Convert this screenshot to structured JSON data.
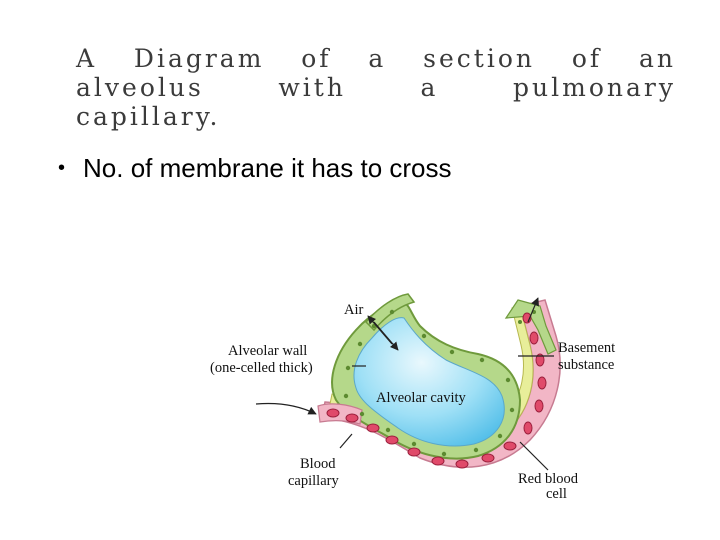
{
  "title": "A Diagram of a section of an alveolus with a pulmonary capillary.",
  "bullet": {
    "text": "No. of membrane it has to cross"
  },
  "diagram": {
    "labels": {
      "air": "Air",
      "alveolar_wall_line1": "Alveolar wall",
      "alveolar_wall_line2": "(one-celled thick)",
      "alveolar_cavity": "Alveolar cavity",
      "basement_line1": "Basement",
      "basement_line2": "substance",
      "blood_capillary_line1": "Blood",
      "blood_capillary_line2": "capillary",
      "red_blood_cell_line1": "Red blood",
      "red_blood_cell_line2": "cell"
    },
    "colors": {
      "cavity": "#7fd4f2",
      "wall_cells": "#b5d88a",
      "wall_outline": "#6f9a3c",
      "basement": "#e8ee9a",
      "capillary": "#f2b6c6",
      "rbc": "#e04a6a",
      "arrow": "#222222"
    }
  }
}
